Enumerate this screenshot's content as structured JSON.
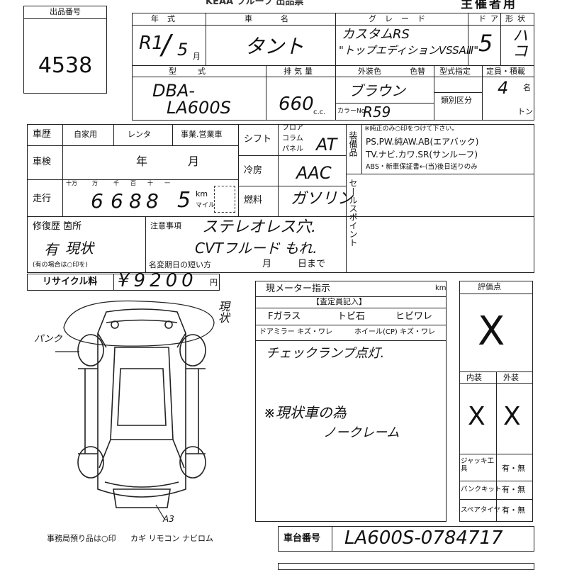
{
  "header": {
    "lot_label": "出品番号",
    "lot_number": "4538",
    "title_partial": "KEAA フルーフ 出品票",
    "organizer": "主催者用"
  },
  "vehicle": {
    "year_label": "年式",
    "year_value": "R1",
    "year_sep": "/",
    "month_value": "5",
    "month_unit": "月",
    "name_label": "車名",
    "name_value": "タント",
    "grade_label": "グレード",
    "grade_line1": "カスタムRS",
    "grade_line2": "\"トップエディションVSSAⅢ\"",
    "doors_label": "ドア",
    "doors_value": "5",
    "shape_label": "形状",
    "shape_value": "ハコ",
    "model_label": "型式",
    "model_line1": "DBA-",
    "model_line2": "LA600S",
    "displacement_label": "排気量",
    "displacement_value": "660",
    "cc_unit": "c.c.",
    "color_label": "外装色",
    "color_value": "ブラウン",
    "color_change_label": "色替",
    "color_no_label": "カラーNo.",
    "color_no_value": "R59",
    "model_spec_label": "型式指定",
    "category_label": "類別区分",
    "capacity_label": "定員・積載",
    "capacity_value": "4",
    "capacity_unit": "名",
    "ton_unit": "トン"
  },
  "history": {
    "history_label": "車歴",
    "opt_private": "自家用",
    "opt_rental": "レンタ",
    "opt_business": "事業.営業車",
    "inspection_label": "車検",
    "year_unit": "年",
    "month_unit": "月",
    "mileage_label": "走行",
    "digit_labels": [
      "十万",
      "万",
      "千",
      "百",
      "十",
      "一"
    ],
    "mileage_digits": [
      "6",
      "6",
      "8",
      "8",
      "5"
    ],
    "km_label": "km",
    "mile_label": "マイル"
  },
  "equipment": {
    "shift_label": "シフト",
    "shift_opts": [
      "フロア",
      "コラム",
      "パネル"
    ],
    "shift_value": "AT",
    "ac_label": "冷房",
    "ac_value": "AAC",
    "fuel_label": "燃料",
    "fuel_value": "ガソリン",
    "equip_label": "装備品",
    "equip_note": "※純正のみ○印をつけて下さい。",
    "equip_line1": "PS.PW.純AW.AB(エアバック)",
    "equip_line2": "TV.ナビ.カワ.SR(サンルーフ)",
    "equip_line3": "ABS・新車保証書←(当)後日送りのみ",
    "sales_point_label": "セールスポイント"
  },
  "repair": {
    "label": "修復歴 箇所",
    "circled": "有",
    "value": "現状",
    "note": "(有の場合は○印を)",
    "notes_label": "注意事項",
    "note1": "ステレオレス穴.",
    "note2": "CVTフルード もれ.",
    "name_change_label": "名変期日の短い方",
    "month_unit": "月",
    "day_unit": "日まで"
  },
  "recycle": {
    "label": "リサイクル料",
    "value": "¥9200",
    "unit": "円"
  },
  "meter": {
    "label": "現メーター指示",
    "unit": "km"
  },
  "inspector": {
    "header": "【査定員記入】",
    "f_glass": "Fガラス",
    "chip": "トビ石",
    "crack": "ヒビワレ",
    "door_mirror": "ドアミラー キズ・ワレ",
    "wheel": "ホイール(CP) キズ・ワレ",
    "comment1": "チェックランプ点灯.",
    "comment2": "※現状車の為",
    "comment3": "ノークレーム"
  },
  "rating": {
    "score_label": "評価点",
    "score_value": "X",
    "interior_label": "内装",
    "exterior_label": "外装",
    "interior_value": "X",
    "exterior_value": "X"
  },
  "tools": [
    {
      "label": "ジャッキ工具",
      "value": "有・無"
    },
    {
      "label": "パンクキット",
      "value": "有・無"
    },
    {
      "label": "スペアタイヤ",
      "value": "有・無"
    }
  ],
  "diagram": {
    "note_genjo": "現状",
    "note_punk": "パンク",
    "note_a3": "A3"
  },
  "footer": {
    "office_note": "事務局預り品は○印",
    "key_items": "カギ リモコン ナビロム",
    "chassis_label": "車台番号",
    "chassis_value": "LA600S-0784717"
  }
}
